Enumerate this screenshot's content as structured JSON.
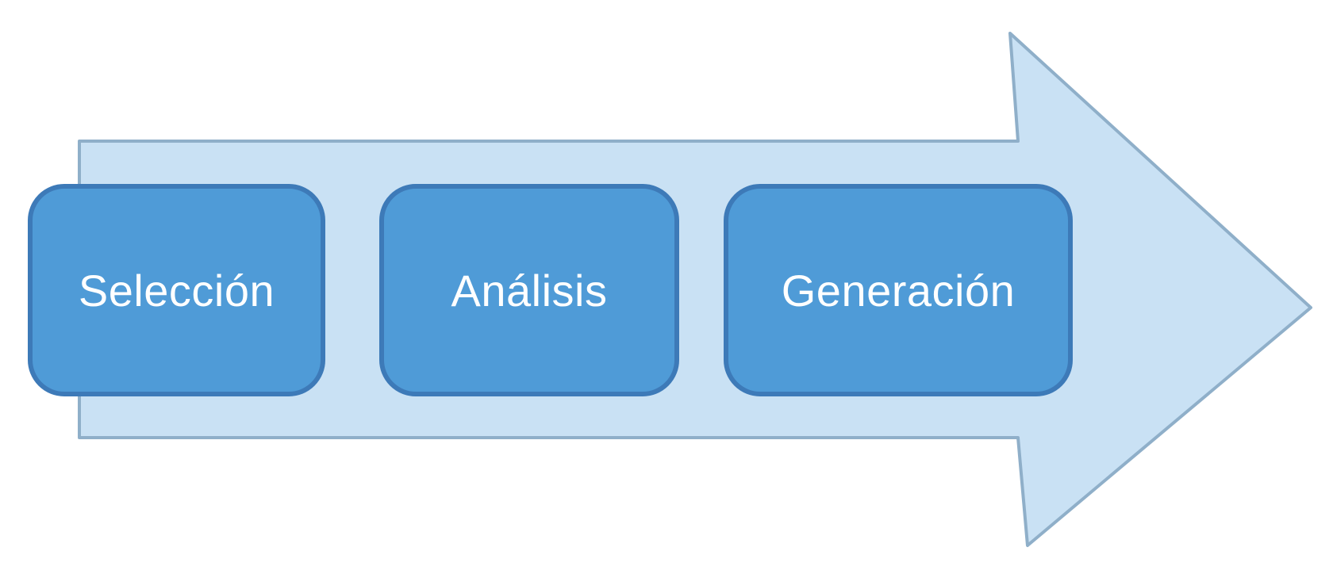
{
  "diagram": {
    "type": "process-arrow",
    "direction": "right",
    "steps": [
      {
        "label": "Selección"
      },
      {
        "label": "Análisis"
      },
      {
        "label": "Generación"
      }
    ],
    "colors": {
      "arrow_fill": "#c9e1f4",
      "arrow_border": "#8fafc9",
      "box_fill": "#4f9bd7",
      "box_border": "#3d7ab8",
      "text_color": "#ffffff",
      "background": "#ffffff"
    }
  }
}
